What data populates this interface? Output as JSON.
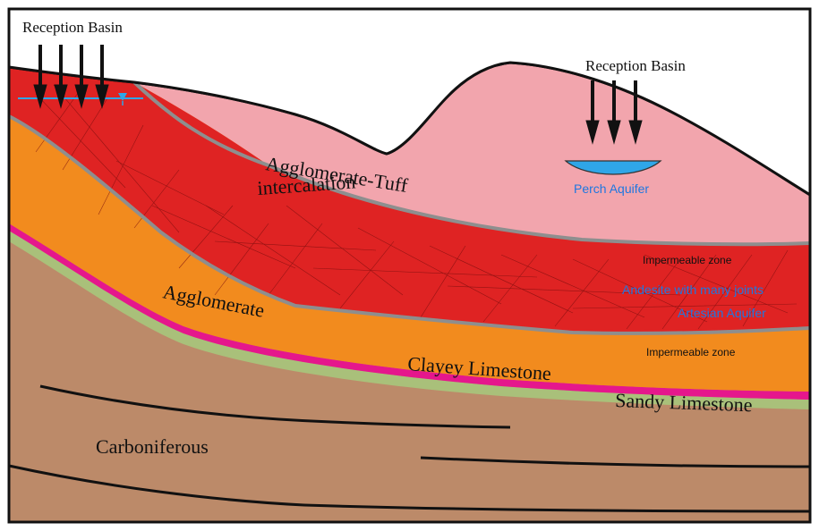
{
  "labels": {
    "reception_basin_left": "Reception Basin",
    "reception_basin_right": "Reception Basin",
    "perch_aquifer": "Perch Aquifer",
    "agglomerate_tuff_line1": "Agglomerate-Tuff",
    "agglomerate_tuff_line2": "intercalation",
    "impermeable_zone_upper": "Impermeable zone",
    "andesite": "Andesite with many joints",
    "artesian_aquifer": "Artesian Aquifer",
    "agglomerate": "Agglomerate",
    "impermeable_zone_lower": "Impermeable zone",
    "clayey_limestone": "Clayey Limestone",
    "sandy_limestone": "Sandy Limestone",
    "carboniferous": "Carboniferous"
  },
  "colors": {
    "agglomerate_tuff": "#f2a5ad",
    "andesite": "#df2323",
    "agglomerate": "#f28b1e",
    "clayey_limestone": "#e5178c",
    "sandy_limestone": "#a9c07a",
    "carboniferous": "#bc8a69",
    "contact_line": "#8e8e8e",
    "aquifer_water": "#2fa6e8",
    "aquifer_text": "#1f77e0",
    "frame": "#111111"
  }
}
